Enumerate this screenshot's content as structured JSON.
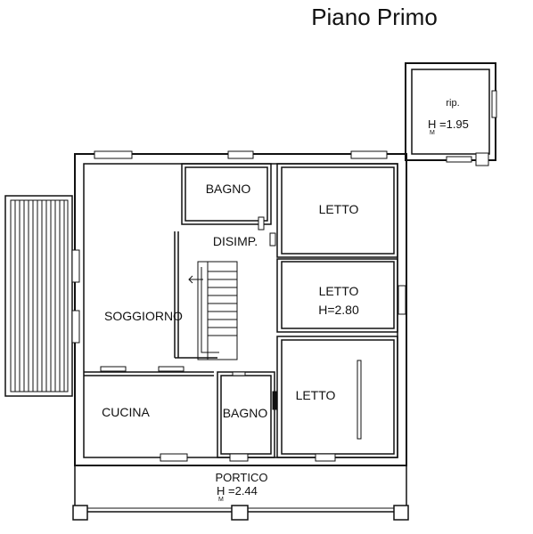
{
  "title": "Piano Primo",
  "rooms": {
    "storage_label": "rip.",
    "storage_height": "H =1.95",
    "bath_top": "BAGNO",
    "bed_top": "LETTO",
    "hallway": "DISIMP.",
    "bed_middle": "LETTO",
    "bed_middle_height": "H=2.80",
    "living": "SOGGIORNO",
    "bed_bottom": "LETTO",
    "kitchen": "CUCINA",
    "bath_bottom": "BAGNO",
    "porch": "PORTICO",
    "porch_height": "H =2.44"
  },
  "height_subscript": "M"
}
